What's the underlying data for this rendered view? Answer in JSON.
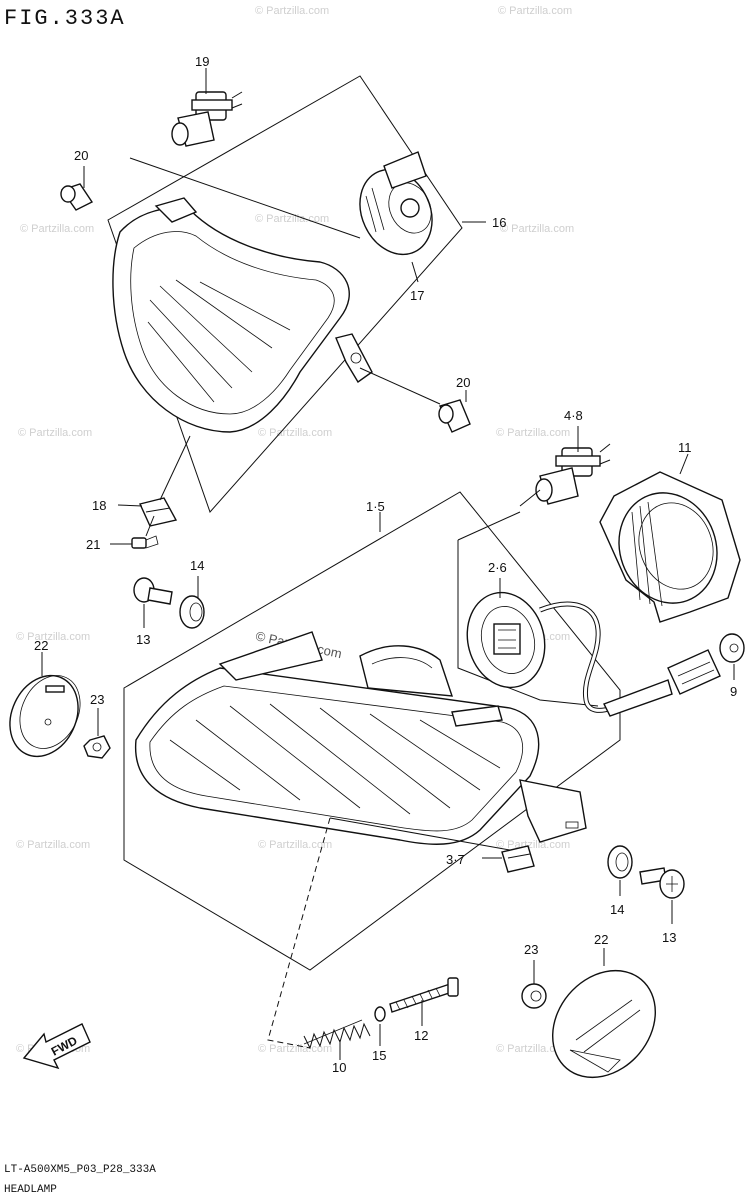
{
  "figure": {
    "title": "FIG.333A",
    "model_code": "LT-A500XM5_P03_P28_333A",
    "section": "HEADLAMP"
  },
  "watermark": {
    "text": "© Partzilla.com"
  },
  "fwd_label": "FWD",
  "callouts": [
    {
      "id": "c19",
      "label": "19"
    },
    {
      "id": "c20a",
      "label": "20"
    },
    {
      "id": "c16",
      "label": "16"
    },
    {
      "id": "c17",
      "label": "17"
    },
    {
      "id": "c20b",
      "label": "20"
    },
    {
      "id": "c48",
      "label": "4·8"
    },
    {
      "id": "c11",
      "label": "11"
    },
    {
      "id": "c18",
      "label": "18"
    },
    {
      "id": "c15a",
      "label": "1·5"
    },
    {
      "id": "c21",
      "label": "21"
    },
    {
      "id": "c14a",
      "label": "14"
    },
    {
      "id": "c26",
      "label": "2·6"
    },
    {
      "id": "c13a",
      "label": "13"
    },
    {
      "id": "c22a",
      "label": "22"
    },
    {
      "id": "c23a",
      "label": "23"
    },
    {
      "id": "c9",
      "label": "9"
    },
    {
      "id": "c37",
      "label": "3·7"
    },
    {
      "id": "c14b",
      "label": "14"
    },
    {
      "id": "c13b",
      "label": "13"
    },
    {
      "id": "c23b",
      "label": "23"
    },
    {
      "id": "c22b",
      "label": "22"
    },
    {
      "id": "c12",
      "label": "12"
    },
    {
      "id": "c10",
      "label": "10"
    },
    {
      "id": "c15",
      "label": "15"
    }
  ]
}
